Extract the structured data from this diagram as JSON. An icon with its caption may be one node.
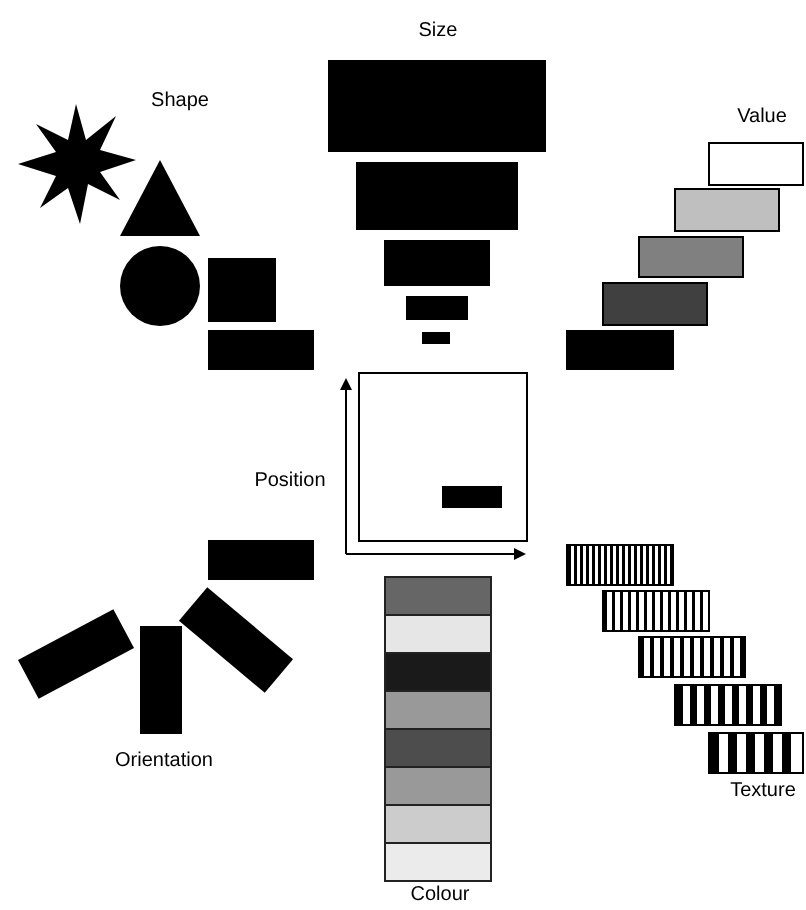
{
  "diagram": {
    "labels": [
      "Size",
      "Shape",
      "Value",
      "Position",
      "Orientation",
      "Texture",
      "Colour"
    ]
  }
}
